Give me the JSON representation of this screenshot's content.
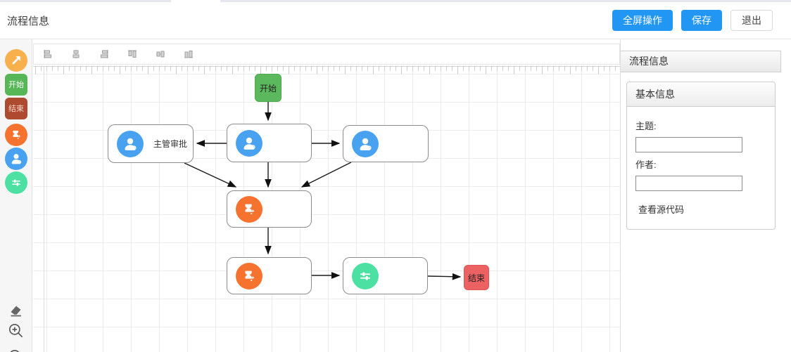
{
  "header": {
    "title": "流程信息",
    "buttons": [
      {
        "label": "全屏操作"
      },
      {
        "label": "保存"
      },
      {
        "label": "退出"
      }
    ]
  },
  "palette": {
    "items": [
      {
        "name": "pointer-connect-tool",
        "label": ""
      },
      {
        "name": "start-node-tool",
        "label": "开始"
      },
      {
        "name": "end-node-tool",
        "label": "结束"
      },
      {
        "name": "countersign-task-tool",
        "label": ""
      },
      {
        "name": "user-task-tool",
        "label": ""
      },
      {
        "name": "condition-node-tool",
        "label": ""
      },
      {
        "name": "eraser-tool",
        "label": ""
      },
      {
        "name": "zoom-in-tool",
        "label": ""
      },
      {
        "name": "zoom-out-tool",
        "label": ""
      }
    ]
  },
  "toolbar": {
    "icons": [
      "align-left",
      "align-center-horizontal",
      "align-right",
      "align-top",
      "align-middle-vertical",
      "align-bottom"
    ]
  },
  "diagram": {
    "nodes": [
      {
        "id": "start",
        "type": "start",
        "label": "开始"
      },
      {
        "id": "task-supervisor",
        "type": "user-task",
        "label": "主管审批"
      },
      {
        "id": "task-middle",
        "type": "user-task",
        "label": ""
      },
      {
        "id": "task-right",
        "type": "user-task",
        "label": ""
      },
      {
        "id": "countersign-1",
        "type": "countersign-task",
        "label": ""
      },
      {
        "id": "countersign-2",
        "type": "countersign-task",
        "label": ""
      },
      {
        "id": "condition-1",
        "type": "condition",
        "label": ""
      },
      {
        "id": "end",
        "type": "end",
        "label": "结束"
      }
    ]
  },
  "panel": {
    "title": "流程信息",
    "section": {
      "title": "基本信息",
      "fields": [
        {
          "label": "主题:",
          "value": ""
        },
        {
          "label": "作者:",
          "value": ""
        }
      ],
      "link_label": "查看源代码"
    }
  },
  "colors": {
    "primary_blue": "#2196f3",
    "pointer_orange": "#f8b04c",
    "start_green": "#57b757",
    "palette_end_red": "#ad4a30",
    "canvas_end_red": "#ec6161",
    "task_orange": "#f5732f",
    "task_blue": "#49a2ef",
    "condition_green": "#4ce0a3"
  }
}
